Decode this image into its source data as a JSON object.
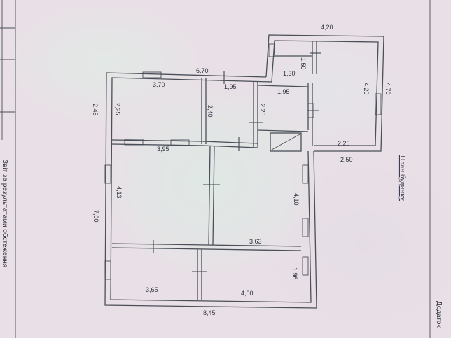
{
  "plan_title": "План будинку",
  "side_text": "Звіт за результатами обстеження",
  "corner_text": "Додаток",
  "dimensions": {
    "outer_bottom": "8,45",
    "outer_top": "6,70",
    "outer_left_top": "2,45",
    "outer_left_bottom": "7,00",
    "ext_top": "4,20",
    "ext_right": "4,70",
    "ext_inner_h": "4,20",
    "ext_small_v": "1,50",
    "ext_small_h": "1,30",
    "ext_bottom_inner": "2,25",
    "ext_bottom_outer": "2,50",
    "room1_w": "3,70",
    "room1_h": "2,25",
    "room2_w": "1,95",
    "room2_h": "2,40",
    "room3_w": "1,95",
    "room3_h": "2,25",
    "hall_w": "3,95",
    "hall_h": "4,13",
    "big_h": "4,10",
    "big_w": "3,63",
    "bottom_left_w": "3,65",
    "bottom_right_w": "4,00",
    "bottom_right_h": "1,96"
  }
}
